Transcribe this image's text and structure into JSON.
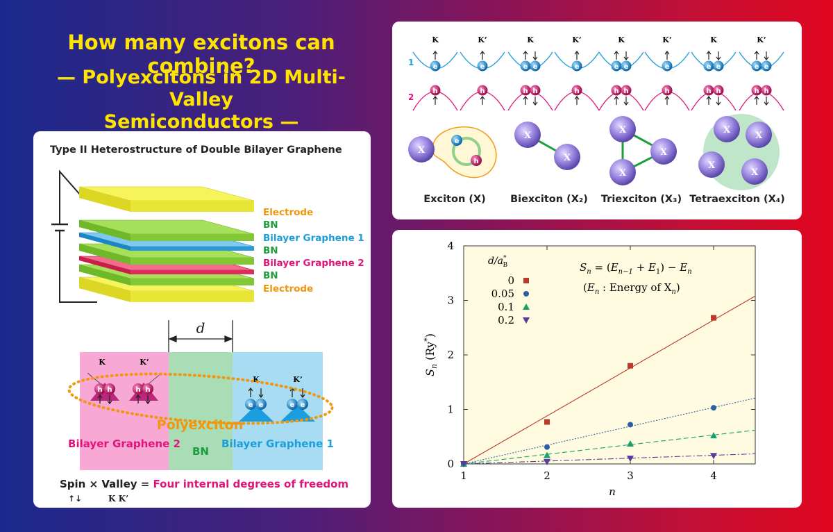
{
  "header": {
    "title": "How many excitons can combine?",
    "subtitle_line1": "— Polyexcitons in 2D Multi-Valley",
    "subtitle_line2": "Semiconductors —"
  },
  "heterostructure": {
    "title": "Type II Heterostructure of Double Bilayer Graphene",
    "layers": [
      "Electrode",
      "BN",
      "Bilayer Graphene 1",
      "BN",
      "Bilayer Graphene 2",
      "BN",
      "Electrode"
    ],
    "distance_label": "d",
    "regions": [
      "Bilayer Graphene 2",
      "BN",
      "Bilayer Graphene 1"
    ],
    "valley_labels": [
      "K",
      "K’"
    ],
    "particle_labels": {
      "hole": "h",
      "electron": "e"
    },
    "polyexciton_label": "Polyexciton",
    "equation_left": "Spin × Valley = ",
    "equation_right": "Four internal degrees of freedom",
    "spin_symbols": "↑↓",
    "valley_symbols": "K K’",
    "colors": {
      "electrode": "#f2f03c",
      "bn": "#8fd43a",
      "graphene1": "#4fb4e6",
      "graphene2": "#e8466e",
      "label_orange": "#f0960f",
      "label_green": "#1e9e3c",
      "label_blue": "#1e9ed8",
      "label_magenta": "#e0157a"
    }
  },
  "complexes": {
    "valley_labels": [
      "K",
      "K’"
    ],
    "row_labels": [
      "1",
      "2"
    ],
    "names": [
      "Exciton (X)",
      "Biexciton (X₂)",
      "Triexciton (X₃)",
      "Tetraexciton (X₄)"
    ],
    "particle_x": "X"
  },
  "chart_data": {
    "type": "scatter",
    "xlabel": "n",
    "ylabel": "S_n (Ry*)",
    "xlim": [
      1,
      4.5
    ],
    "ylim": [
      0,
      4
    ],
    "x_ticks": [
      "1",
      "2",
      "3",
      "4"
    ],
    "y_ticks": [
      "0",
      "1",
      "2",
      "3",
      "4"
    ],
    "legend_title": "d/a*B",
    "annotation_line1": "S_n = (E_{n−1} + E_1) − E_n",
    "annotation_line2": "(E_n : Energy of X_n)",
    "series": [
      {
        "name": "0",
        "color": "#b83a2c",
        "marker": "square",
        "x": [
          1,
          2,
          3,
          4
        ],
        "values": [
          0,
          0.77,
          1.8,
          2.68
        ],
        "fit_slope": 0.88,
        "line": "solid"
      },
      {
        "name": "0.05",
        "color": "#2d5fa0",
        "marker": "circle",
        "x": [
          1,
          2,
          3,
          4
        ],
        "values": [
          0,
          0.31,
          0.72,
          1.03
        ],
        "fit_slope": 0.345,
        "line": "dotted"
      },
      {
        "name": "0.1",
        "color": "#18a06a",
        "marker": "triangle",
        "x": [
          1,
          2,
          3,
          4
        ],
        "values": [
          0,
          0.16,
          0.37,
          0.52
        ],
        "fit_slope": 0.177,
        "line": "dashed"
      },
      {
        "name": "0.2",
        "color": "#5a3a9a",
        "marker": "triangle-down",
        "x": [
          1,
          2,
          3,
          4
        ],
        "values": [
          0,
          0.04,
          0.1,
          0.15
        ],
        "fit_slope": 0.053,
        "line": "dashdot"
      }
    ]
  }
}
